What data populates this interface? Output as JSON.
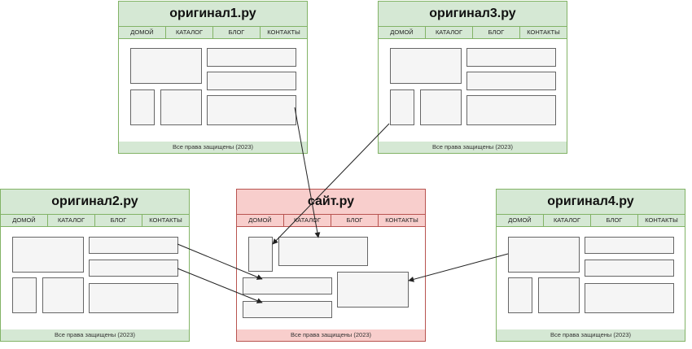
{
  "nav": [
    "ДОМОЙ",
    "КАТАЛОГ",
    "БЛОГ",
    "КОНТАКТЫ"
  ],
  "footer": "Все права защищены (2023)",
  "sites": {
    "orig1": {
      "title": "оригинал1.ру"
    },
    "orig2": {
      "title": "оригинал2.ру"
    },
    "orig3": {
      "title": "оригинал3.ру"
    },
    "orig4": {
      "title": "оригинал4.ру"
    },
    "result": {
      "title": "сайт.ру"
    }
  },
  "colors": {
    "source_fill": "#d5e8d4",
    "source_stroke": "#82b366",
    "result_fill": "#f8cecc",
    "result_stroke": "#b85450",
    "block_fill": "#f5f5f5",
    "block_stroke": "#666666"
  }
}
